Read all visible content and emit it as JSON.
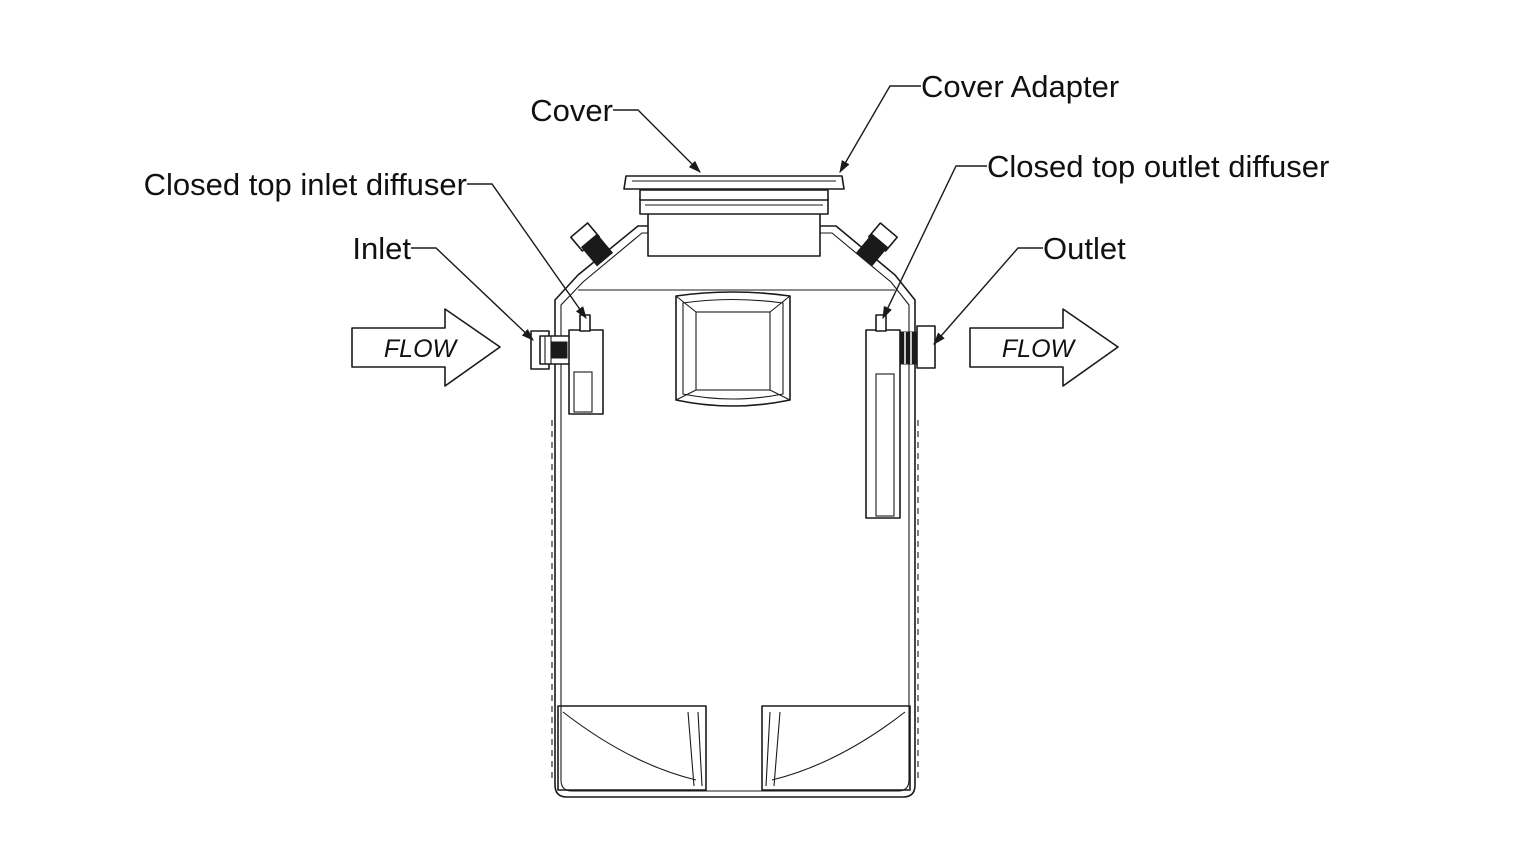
{
  "labels": {
    "cover": "Cover",
    "cover_adapter": "Cover Adapter",
    "inlet_diffuser": "Closed top inlet diffuser",
    "outlet_diffuser": "Closed top outlet diffuser",
    "inlet": "Inlet",
    "outlet": "Outlet"
  },
  "flow": {
    "left": "FLOW",
    "right": "FLOW"
  }
}
